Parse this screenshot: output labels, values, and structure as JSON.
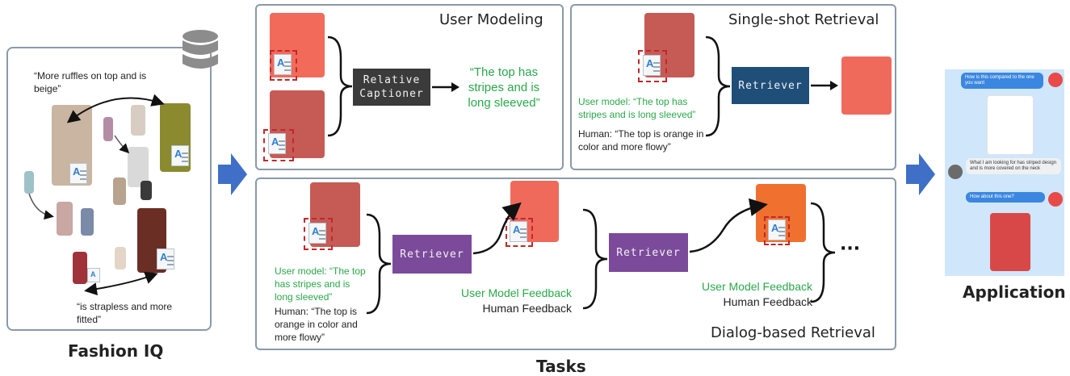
{
  "dataset": {
    "caption": "Fashion IQ",
    "quote_top": "“More ruffles on top and is beige”",
    "quote_bottom": "“is strapless and more fitted”"
  },
  "tasks_caption": "Tasks",
  "user_modeling": {
    "title": "User Modeling",
    "box_label": "Relative Captioner",
    "output": "“The top has stripes and is long sleeved”"
  },
  "single_shot": {
    "title": "Single-shot Retrieval",
    "user_model": "User model: “The top has stripes and is long sleeved”",
    "human": "Human: “The top is orange in color and more flowy”",
    "box_label": "Retriever"
  },
  "dialog": {
    "title": "Dialog-based Retrieval",
    "user_model": "User model: “The top has stripes and is long sleeved”",
    "human": "Human: “The top is orange in color and more flowy”",
    "box1": "Retriever",
    "box2": "Retriever",
    "fb_user_1": "User Model Feedback",
    "fb_human_1": "Human Feedback",
    "fb_user_2": "User Model Feedback",
    "fb_human_2": "Human Feedback",
    "ellipsis": "···"
  },
  "application": {
    "caption": "Application",
    "msg1": "How is this compared to the one you want",
    "msg2": "What I am looking for has striped design and is more covered on the neck",
    "msg3": "How about this one?"
  },
  "colors": {
    "panel_border": "#8a9aa8",
    "accent_green": "#2aa84a",
    "arrow_blue": "#3f6fc6",
    "retriever_blue": "#1f4e79",
    "retriever_purple": "#7b4a9a",
    "captioner_dark": "#3b3b3b",
    "app_bg": "#cfe6fb"
  },
  "icons": [
    "database-icon",
    "document-icon",
    "avatar-icon",
    "right-arrow-icon"
  ]
}
